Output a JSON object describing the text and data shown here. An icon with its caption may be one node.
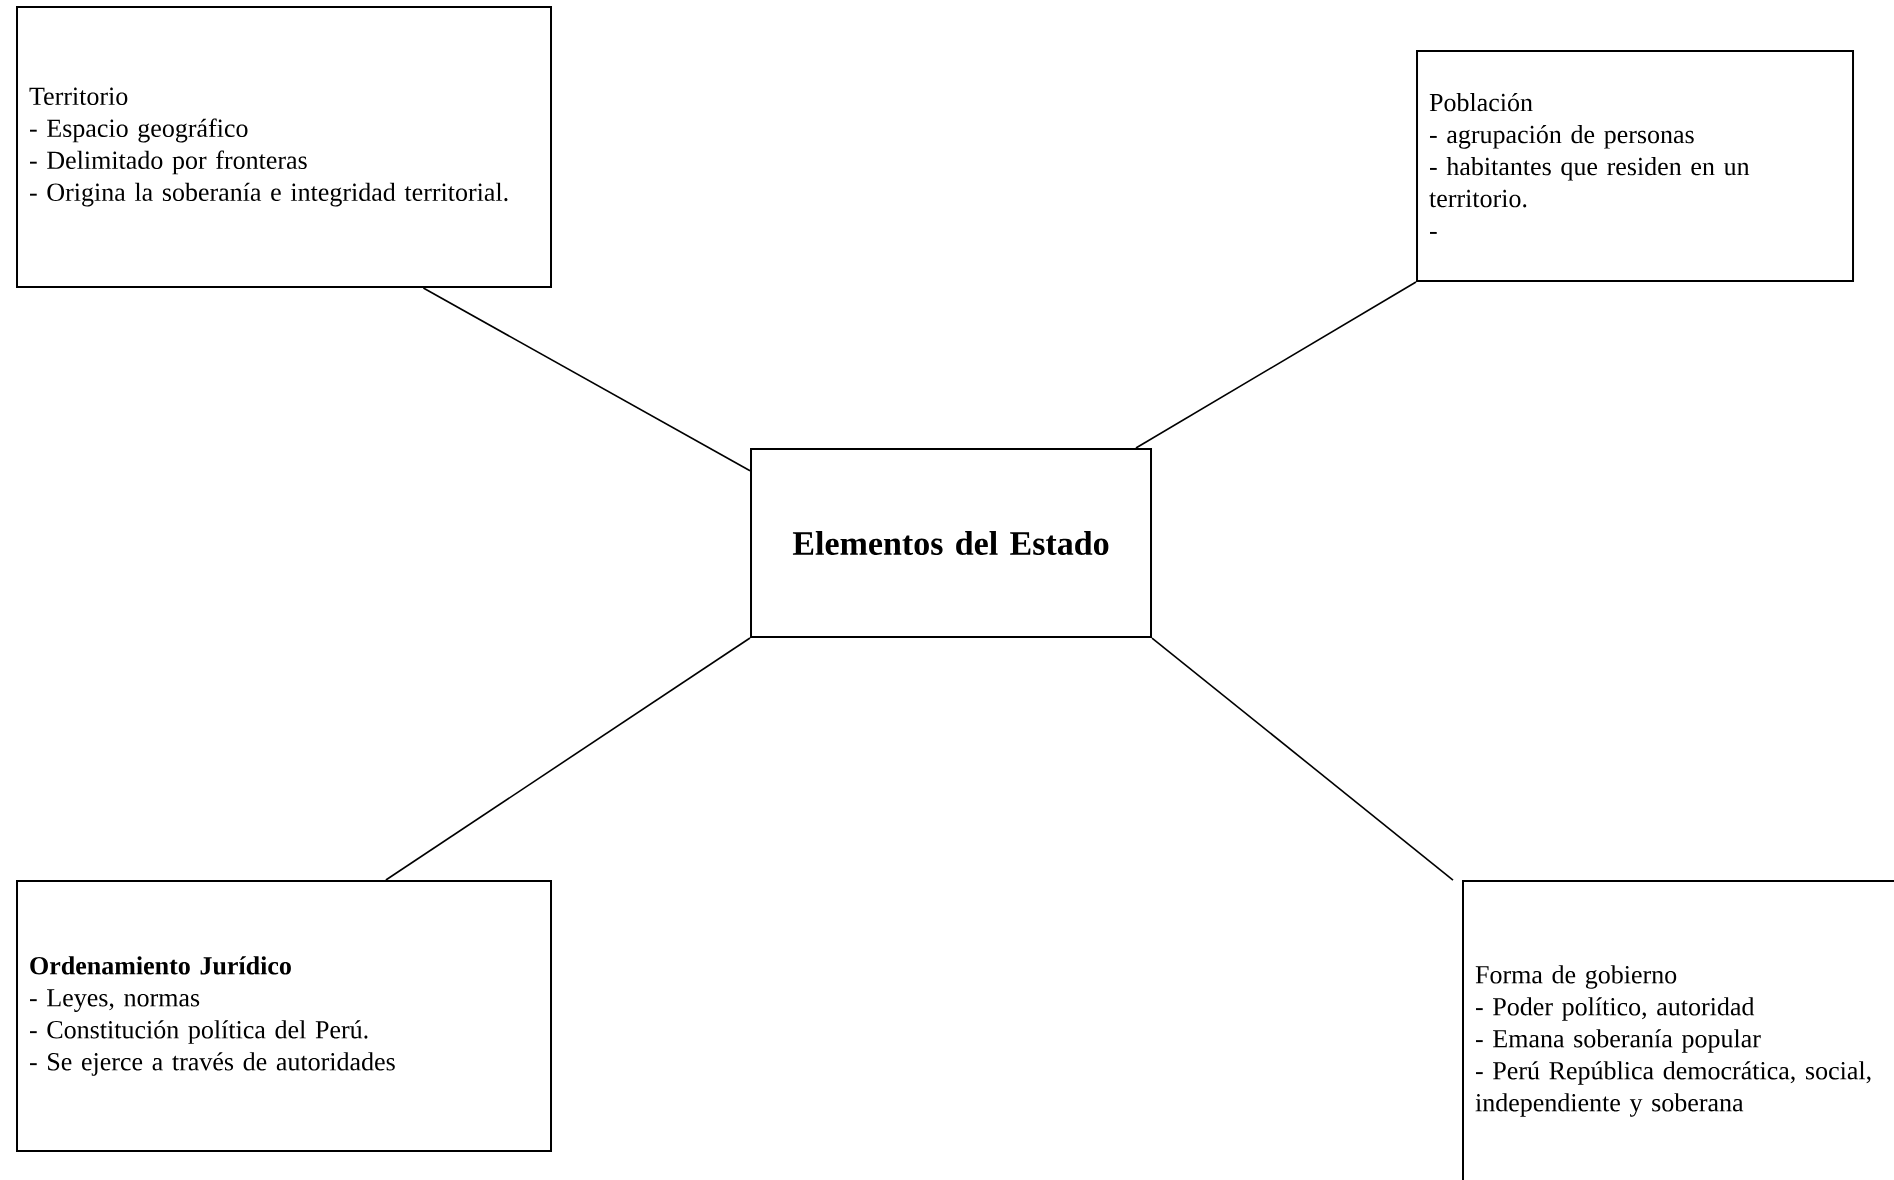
{
  "diagram": {
    "nodes": [
      {
        "text": [
          "Elementos del Estado"
        ]
      },
      {
        "text": [
          "Territorio",
          "- Espacio geográfico",
          "- Delimitado por fronteras",
          "- Origina la soberanía e integridad territorial."
        ]
      },
      {
        "text": [
          "Población",
          "- agrupación de personas",
          "- habitantes que residen en un territorio.",
          "-"
        ]
      },
      {
        "text": [
          "Ordenamiento Jurídico",
          "- Leyes, normas",
          "- Constitución política del Perú.",
          "- Se ejerce a través de autoridades"
        ]
      },
      {
        "text": [
          "Forma de gobierno",
          "- Poder político, autoridad",
          "- Emana soberanía popular",
          "- Perú República democrática, social, independiente y soberana"
        ]
      }
    ],
    "edges": [
      {
        "from": 0,
        "to": 1,
        "arrow": "none"
      },
      {
        "from": 0,
        "to": 2,
        "arrow": "none"
      },
      {
        "from": 0,
        "to": 3,
        "arrow": "none"
      },
      {
        "from": 0,
        "to": 4,
        "arrow": "none"
      }
    ]
  }
}
